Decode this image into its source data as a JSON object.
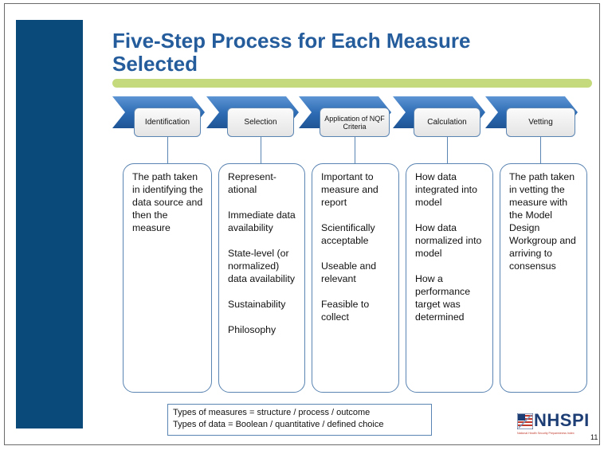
{
  "slide": {
    "title": "Five-Step Process for Each Measure Selected",
    "page_number": "11"
  },
  "steps": [
    {
      "label": "Identification",
      "details": [
        "The path taken in identifying the data source and then the measure"
      ]
    },
    {
      "label": "Selection",
      "details": [
        "Represent-ational",
        "Immediate data availability",
        "State-level (or normalized) data availability",
        "Sustainability",
        "Philosophy"
      ]
    },
    {
      "label": "Application of NQF Criteria",
      "details": [
        "Important to measure and report",
        "Scientifically acceptable",
        "Useable and relevant",
        "Feasible to collect"
      ]
    },
    {
      "label": "Calculation",
      "details": [
        "How data integrated into model",
        "How data normalized into model",
        "How a performance target was determined"
      ]
    },
    {
      "label": "Vetting",
      "details": [
        "The path taken in vetting the measure with the Model Design Workgroup and arriving to consensus"
      ]
    }
  ],
  "notes": [
    "Types of measures = structure / process / outcome",
    "Types of data = Boolean / quantitative / defined choice"
  ],
  "logo": {
    "text": "NHSPI",
    "subtitle": "National Health Security Preparedness Index"
  },
  "colors": {
    "sidebar": "#0a4a7a",
    "title": "#245c9c",
    "title_bar": "#c5da7c",
    "chevron": "#2f6db5",
    "border": "#5a84b2"
  }
}
